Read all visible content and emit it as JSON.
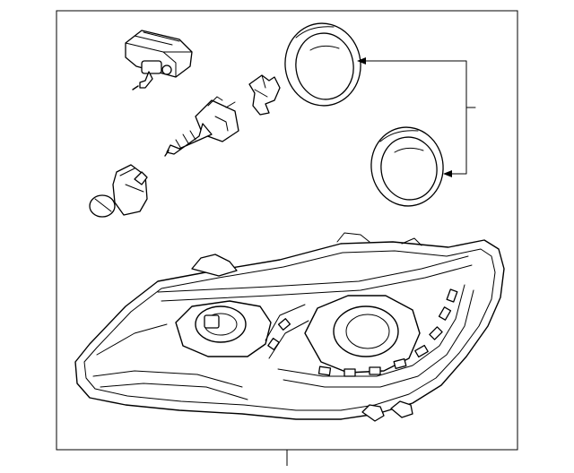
{
  "diagram": {
    "type": "exploded-parts-diagram",
    "colors": {
      "line": "#000000",
      "background": "#ffffff"
    },
    "parts": [
      {
        "id": "leveling-motor",
        "icon": "motor-icon"
      },
      {
        "id": "halogen-bulb",
        "icon": "bulb-icon"
      },
      {
        "id": "bulb-retainer-clip",
        "icon": "clip-icon"
      },
      {
        "id": "small-bulb-socket",
        "icon": "socket-icon"
      },
      {
        "id": "seal-ring-upper",
        "icon": "seal-ring-icon"
      },
      {
        "id": "seal-ring-lower",
        "icon": "seal-ring-icon"
      },
      {
        "id": "headlamp-assembly",
        "icon": "headlamp-icon"
      }
    ]
  }
}
